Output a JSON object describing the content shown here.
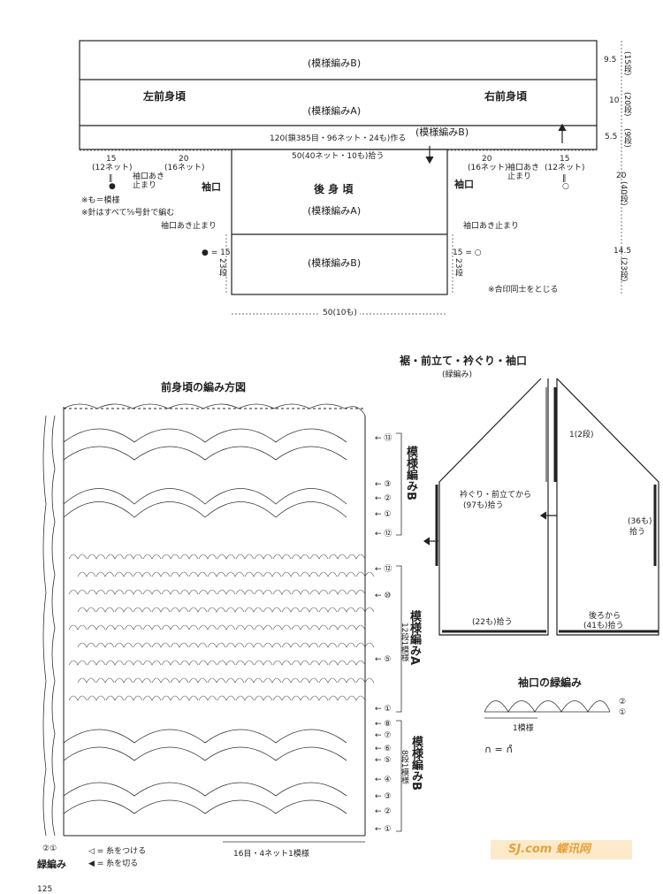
{
  "schematic": {
    "pattern_b": "(模様編みB)",
    "pattern_a": "(模様編みA)",
    "left_front": "左前身頃",
    "right_front": "右前身頃",
    "back": "後 身 頃",
    "back_pattern_a": "(模様編みA)",
    "back_pattern_b": "(模様編みB)",
    "bottom_row": "120(鎖385目・96ネット・24も)作る",
    "bottom_pattern_b": "(模様編みB)",
    "pickup_back": "50(40ネット・10も)拾う",
    "left_15": "15",
    "left_15_sub": "(12ネット)",
    "left_20": "20",
    "left_20_sub": "(16ネット)",
    "left_mark": "‖\n●",
    "sleeve_stop_l": "袖口あき\n止まり",
    "right_20": "20",
    "right_20_sub": "(16ネット)",
    "right_15": "15",
    "right_15_sub": "(12ネット)",
    "right_mark": "‖\n○",
    "sleeve_stop_r": "袖口あき\n止まり",
    "sleeve_l": "袖口",
    "sleeve_r": "袖口",
    "note1": "※も＝模様",
    "note2": "※針はすべて⁵⁄₀号針で編む",
    "sleeve_stop_l2": "袖口あき止まり",
    "sleeve_stop_r2": "袖口あき止まり",
    "left_dot": "● = 15",
    "left_dot_sub": "23段",
    "right_dot": "15 = ○",
    "right_dot_sub": "23段",
    "match_note": "※合印同士をとじる",
    "width_bottom": "50(10も)",
    "dims": [
      "9.5",
      "(15段)",
      "10",
      "(20段)",
      "5.5",
      "(9段)",
      "20",
      "(40段)",
      "14.5",
      "(23段)"
    ]
  },
  "chart": {
    "title": "前身頃の編み方図",
    "pattern_b": "模様編みB",
    "pattern_a": "模様編みA",
    "pattern_b2": "模様編みB",
    "rows12": "12段1模様",
    "rows8": "8段1模様",
    "repeat": "16目・4ネット1模様",
    "edge": "緑編み",
    "legend1": "◁ = 糸をつける",
    "legend2": "◀ = 糸を切る",
    "edge_rows": "②①",
    "row_labels_top": [
      "⑬",
      "③",
      "②",
      "①",
      "⑫"
    ],
    "row_labels_a": [
      "⑫",
      "⑩",
      "⑤",
      "①"
    ],
    "row_labels_b": [
      "⑧",
      "⑦",
      "⑥",
      "⑤",
      "④",
      "③",
      "②",
      "①"
    ]
  },
  "edging": {
    "title": "裾・前立て・衿ぐり・袖口",
    "subtitle": "(緑編み)",
    "rows": "1(2段)",
    "neck": "衿ぐり・前立てから",
    "neck_count": "(97も)拾う",
    "side": "(36も)",
    "side2": "拾う",
    "hem_left": "(22も)拾う",
    "back_from": "後ろから",
    "hem_right": "(41も)拾う"
  },
  "cuff": {
    "title": "袖口の緑編み",
    "unit": "1模様",
    "row2": "②",
    "row1": "①"
  },
  "footer": {
    "page": "125",
    "watermark": "SJ.com 蝶讯网"
  },
  "colors": {
    "line": "#222222",
    "watermark": "#f3c060"
  }
}
